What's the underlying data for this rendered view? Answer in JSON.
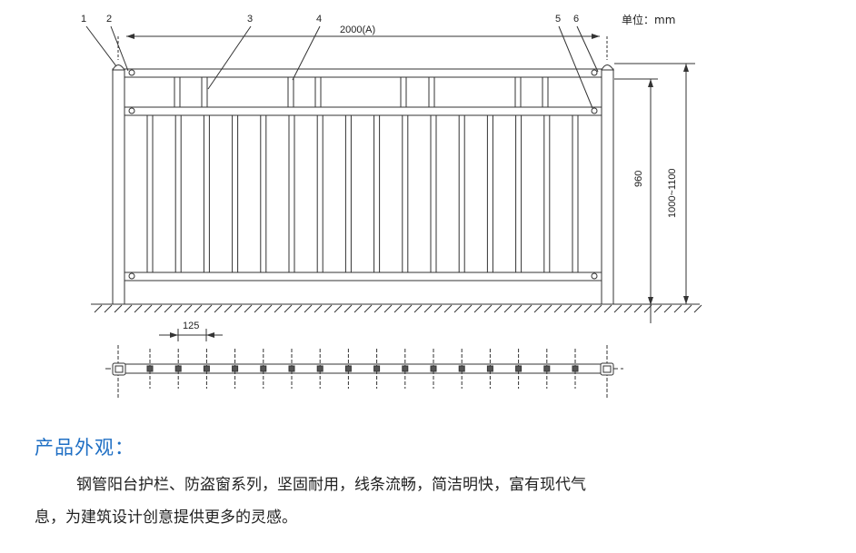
{
  "drawing": {
    "unit_label": "单位：mm",
    "callouts": [
      "1",
      "2",
      "3",
      "4",
      "5",
      "6"
    ],
    "dim_width": "2000(A)",
    "dim_inner_height": "960",
    "dim_total_height": "1000~1100",
    "dim_spacing": "125"
  },
  "section": {
    "title": "产品外观：",
    "line1": "钢管阳台护栏、防盗窗系列，坚固耐用，线条流畅，简洁明快，富有现代气",
    "line2": "息，为建筑设计创意提供更多的灵感。"
  }
}
